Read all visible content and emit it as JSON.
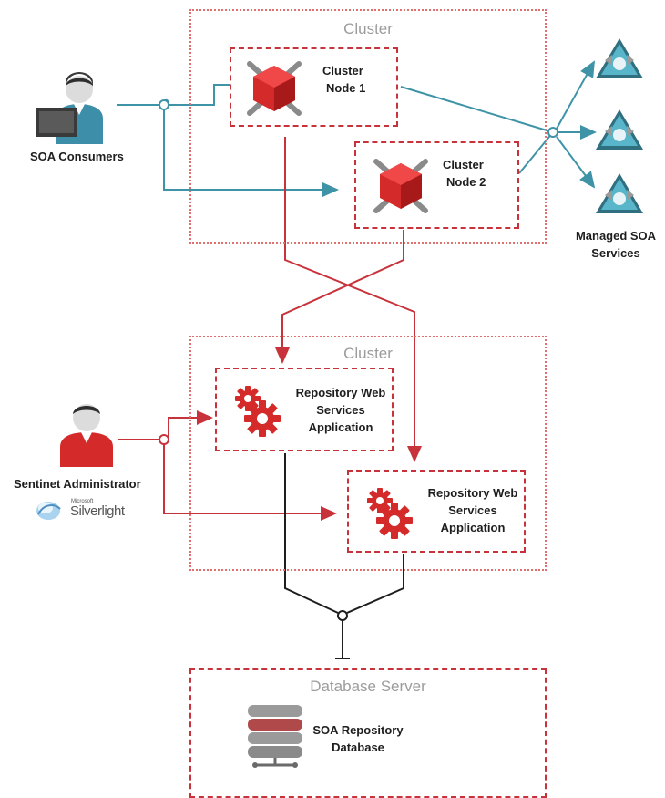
{
  "clusters": {
    "top_title": "Cluster",
    "bottom_title": "Cluster"
  },
  "nodes": {
    "node1": [
      "Cluster",
      "Node 1"
    ],
    "node2": [
      "Cluster",
      "Node 2"
    ]
  },
  "consumers_label": "SOA Consumers",
  "managed_services_label": [
    "Managed SOA",
    "Services"
  ],
  "repo_apps": {
    "app1": [
      "Repository Web",
      "Services",
      "Application"
    ],
    "app2": [
      "Repository Web",
      "Services",
      "Application"
    ]
  },
  "admin": {
    "label": "Sentinet Administrator",
    "silverlight_small": "Microsoft",
    "silverlight": "Silverlight"
  },
  "database": {
    "title": "Database Server",
    "label": [
      "SOA Repository",
      "Database"
    ]
  },
  "colors": {
    "teal": "#3e93a6",
    "red": "#c8323a",
    "dark": "#1e1e1e"
  }
}
